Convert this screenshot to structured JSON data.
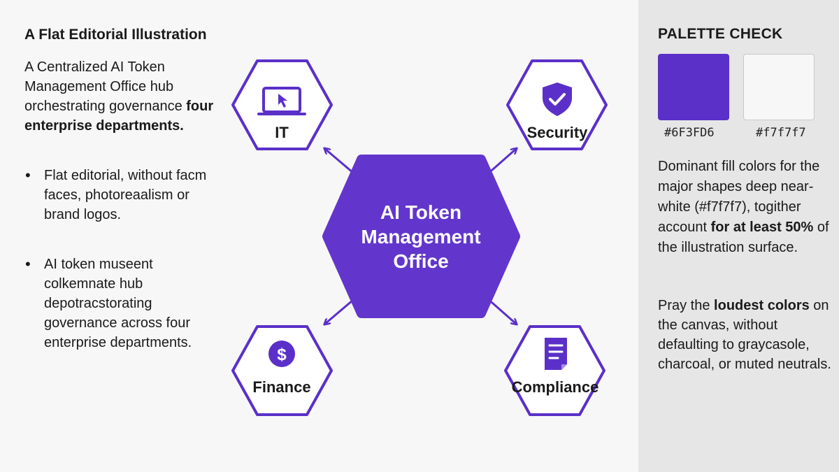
{
  "left": {
    "title": "A Flat Editorial Illustration",
    "intro_plain": "A Centralized AI Token Management  Office hub orchestrating governance",
    "intro_bold": "four enterprise departments.",
    "bullets": [
      "Flat editorial, without facm faces, photoreaalism or brand logos.",
      "AI token museent colkemnate hub depotracstorating governance across four enterprise departments."
    ]
  },
  "diagram": {
    "hub_lines": [
      "AI Token",
      "Management",
      "Office"
    ],
    "nodes": [
      {
        "label": "IT",
        "icon": "laptop-icon"
      },
      {
        "label": "Security",
        "icon": "shield-check-icon"
      },
      {
        "label": "Finance",
        "icon": "dollar-coin-icon"
      },
      {
        "label": "Compliance",
        "icon": "document-icon"
      }
    ],
    "colors": {
      "accent": "#5b30c9",
      "hub_fill": "#6236cc",
      "node_fill": "#ffffff"
    }
  },
  "palette": {
    "title": "PALETTE CHECK",
    "swatches": [
      {
        "label": "#6F3FD6",
        "color": "#5b30c9"
      },
      {
        "label": "#f7f7f7",
        "color": "#f7f7f7"
      }
    ],
    "text1_a": "Dominant fill colors for the major shapes deep near-white (#f7f7f7), togither account ",
    "text1_b": "for at least 50%",
    "text1_c": " of the illustration surface.",
    "text2_a": "Pray the ",
    "text2_b": "loudest colors",
    "text2_c": " on the canvas, without defaulting to graycasole, charcoal, or muted neutrals."
  }
}
